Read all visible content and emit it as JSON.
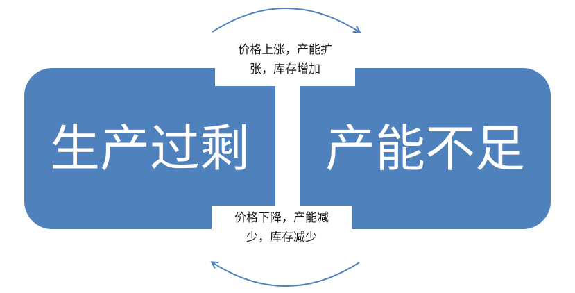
{
  "diagram": {
    "left_box": {
      "text": "生产过剩"
    },
    "right_box": {
      "text": "产能不足"
    },
    "top_label": {
      "line1": "价格上涨，产能扩",
      "line2": "张，库存增加"
    },
    "bottom_label": {
      "line1": "价格下降，产能减",
      "line2": "少，库存减少"
    },
    "colors": {
      "box_fill": "#4f81bd",
      "box_text": "#ffffff",
      "arrow": "#4f81bd",
      "label_text": "#1a1a1a"
    }
  }
}
